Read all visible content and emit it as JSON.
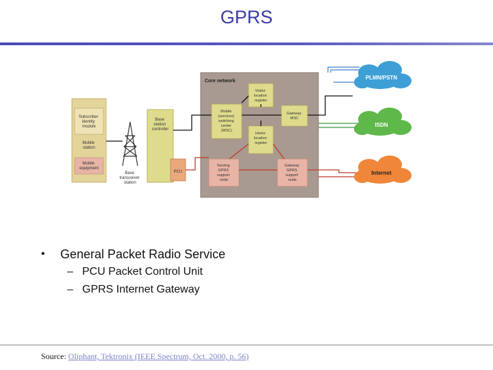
{
  "slide": {
    "title": "GPRS"
  },
  "diagram": {
    "core_network_label": "Core network",
    "boxes": {
      "sim": [
        "Subscriber",
        "identity",
        "module"
      ],
      "mobile_station": [
        "Mobile",
        "station"
      ],
      "mobile_equipment": [
        "Mobile",
        "equipment"
      ],
      "bts": [
        "Base",
        "transceiver",
        "station"
      ],
      "bsc": [
        "Base",
        "station",
        "controller"
      ],
      "pcu": "PCU",
      "msc": [
        "Mobile",
        "(services)",
        "switching",
        "center",
        "(MSC)"
      ],
      "vlr": [
        "Visitor",
        "location",
        "register"
      ],
      "gmsc": [
        "Gateway",
        "MSC"
      ],
      "hlr": [
        "Home",
        "location",
        "register"
      ],
      "sgsn": [
        "Serving",
        "GPRS",
        "support",
        "node"
      ],
      "ggsn": [
        "Gateway",
        "GPRS",
        "support",
        "node"
      ]
    },
    "clouds": {
      "pstn": "PLMN/PSTN",
      "isdn": "ISDN",
      "internet": "Internet"
    }
  },
  "bullets": {
    "main": "General Packet Radio Service",
    "sub": [
      "PCU Packet Control Unit",
      "GPRS Internet Gateway"
    ]
  },
  "source": {
    "prefix": "Source:",
    "link_text": "Oliphant, Tektronix (IEEE Spectrum, Oct. 2000, p. 56)"
  },
  "colors": {
    "title": "#3a3aa8",
    "box_fill": "#dedc8c",
    "ms_fill": "#e3d49a",
    "pink": "#e8b4a6",
    "core_bg": "#a89a90",
    "pstn_cloud": "#3d9fd6",
    "isdn_cloud": "#5fb84a",
    "internet_cloud": "#f0863a"
  }
}
